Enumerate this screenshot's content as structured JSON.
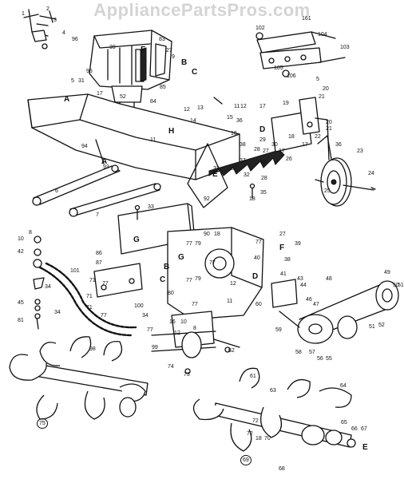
{
  "watermark": "AppliancePartsPros.com",
  "labels": {
    "n1": "1",
    "n2": "2",
    "n3": "3",
    "n4": "4",
    "n5": "5",
    "n6": "6",
    "n7": "7",
    "n8": "8",
    "n9": "9",
    "n10": "10",
    "n11": "11",
    "n12": "12",
    "n13": "13",
    "n14": "14",
    "n15": "15",
    "n16": "16",
    "n17": "17",
    "n18": "18",
    "n19": "19",
    "n20": "20",
    "n21": "21",
    "n22": "22",
    "n23": "23",
    "n24": "24",
    "n25": "25",
    "n26": "26",
    "n27": "27",
    "n28": "28",
    "n29": "29",
    "n30": "30",
    "n31": "31",
    "n32": "32",
    "n33": "33",
    "n34": "34",
    "n35": "35",
    "n36": "36",
    "n37": "37",
    "n38": "38",
    "n39": "39",
    "n40": "40",
    "n41": "41",
    "n42": "42",
    "n43": "43",
    "n44": "44",
    "n45": "45",
    "n46": "46",
    "n47": "47",
    "n48": "48",
    "n49": "49",
    "n50": "50",
    "n51": "51",
    "n52": "52",
    "n55": "55",
    "n56": "56",
    "n57": "57",
    "n58": "58",
    "n59": "59",
    "n60": "60",
    "n61": "61",
    "n62": "62",
    "n63": "63",
    "n64": "64",
    "n65": "65",
    "n66": "66",
    "n67": "67",
    "n68": "68",
    "n69": "69",
    "n70": "70",
    "n71": "71",
    "n72": "72",
    "n73": "73",
    "n74": "74",
    "n75": "75",
    "n77": "77",
    "n79": "79",
    "n80": "80",
    "n81": "81",
    "n82": "82",
    "n83": "83",
    "n84": "84",
    "n85": "85",
    "n86": "86",
    "n87": "87",
    "n90": "90",
    "n92": "92",
    "n93": "93",
    "n94": "94",
    "n95": "95",
    "n96": "96",
    "n98": "98",
    "n99": "99",
    "n100": "100",
    "n101": "101",
    "n102": "102",
    "n103": "103",
    "n104": "104",
    "n105": "105",
    "n106": "106",
    "n161": "161",
    "A": "A",
    "B": "B",
    "C": "C",
    "D": "D",
    "E": "E",
    "F": "F",
    "G": "G",
    "H": "H"
  }
}
